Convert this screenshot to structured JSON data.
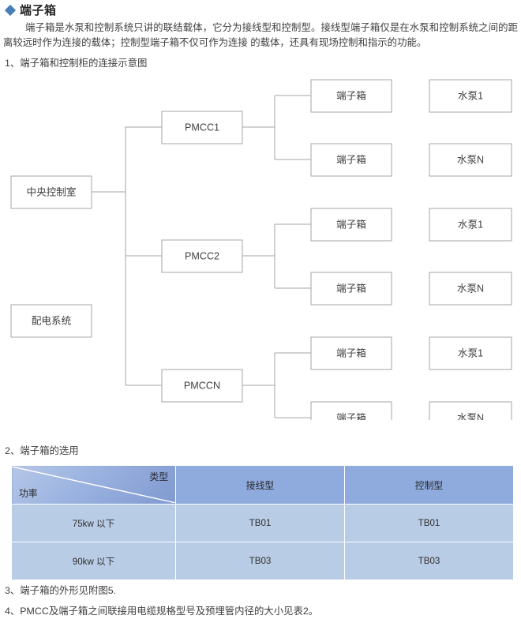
{
  "heading": {
    "bullet": "diamond-bullet",
    "title": "端子箱"
  },
  "body": {
    "paragraph": "端子箱是水泵和控制系统只讲的联结载体，它分为接线型和控制型。接线型端子箱仅是在水泵和控制系统之间的距离较远时作为连接的载体；控制型端子箱不仅可作为连接 的载体，还具有现场控制和指示的功能。"
  },
  "sections": {
    "s1": "1、端子箱和控制柜的连接示意图",
    "s2": "2、端子箱的选用",
    "s3": "3、端子箱的外形见附图5.",
    "s4": "4、PMCC及端子箱之间联接用电缆规格型号及预埋管内径的大小见表2。"
  },
  "diagram": {
    "central_room": "中央控制室",
    "power_system": "配电系统",
    "pmcc": [
      "PMCC1",
      "PMCC2",
      "PMCCN"
    ],
    "terminal_box": "端子箱",
    "pumps": [
      "水泵1",
      "水泵N"
    ],
    "colors": {
      "stroke": "#a6a6a6",
      "fill": "#ffffff",
      "text": "#404040"
    }
  },
  "table": {
    "header_split": {
      "top_right": "类型",
      "bottom_left": "功率"
    },
    "headers": [
      "接线型",
      "控制型"
    ],
    "rows": [
      {
        "power": "75kw 以下",
        "wiring": "TB01",
        "control": "TB01"
      },
      {
        "power": "90kw 以下",
        "wiring": "TB03",
        "control": "TB03"
      }
    ],
    "colors": {
      "header": "#8faadc",
      "row": "#b9cce5",
      "border": "#ffffff"
    }
  }
}
